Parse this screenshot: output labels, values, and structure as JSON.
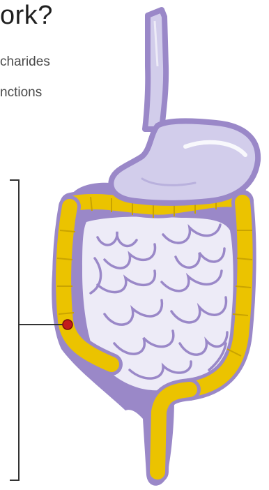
{
  "heading": {
    "title": "ork?",
    "line_1": "charides",
    "line_2": "nctions"
  },
  "illustration": {
    "subject": "human digestive system",
    "highlighted_region": "large intestine (colon)",
    "colors": {
      "outline": "#9a88c8",
      "organ_fill": "#d2cdeb",
      "small_intestine_fill": "#edebf7",
      "colon_fill": "#ebc300",
      "marker": "#c21c1c",
      "leader_line": "#333333"
    }
  }
}
